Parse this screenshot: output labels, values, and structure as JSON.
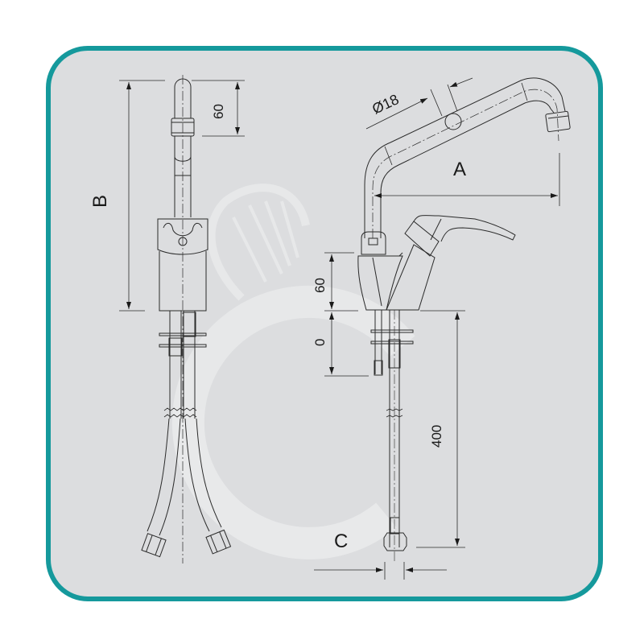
{
  "diagram": {
    "subject": "Single-lever kitchen mixer tap — dimensional drawing",
    "views": [
      {
        "name": "front-view"
      },
      {
        "name": "side-view"
      }
    ],
    "colors": {
      "border": "#15999c",
      "panel_background": "#dcdddf",
      "line": "#2a2a2a",
      "watermark": "#e8e9ea"
    },
    "front_view": {
      "label_B": "B",
      "dim_spout_tip": "60"
    },
    "side_view": {
      "label_diameter": "Ø18",
      "label_A": "A",
      "dim_body_height": "60",
      "dim_shank": "0",
      "dim_hose_length": "400",
      "label_C": "C"
    }
  }
}
